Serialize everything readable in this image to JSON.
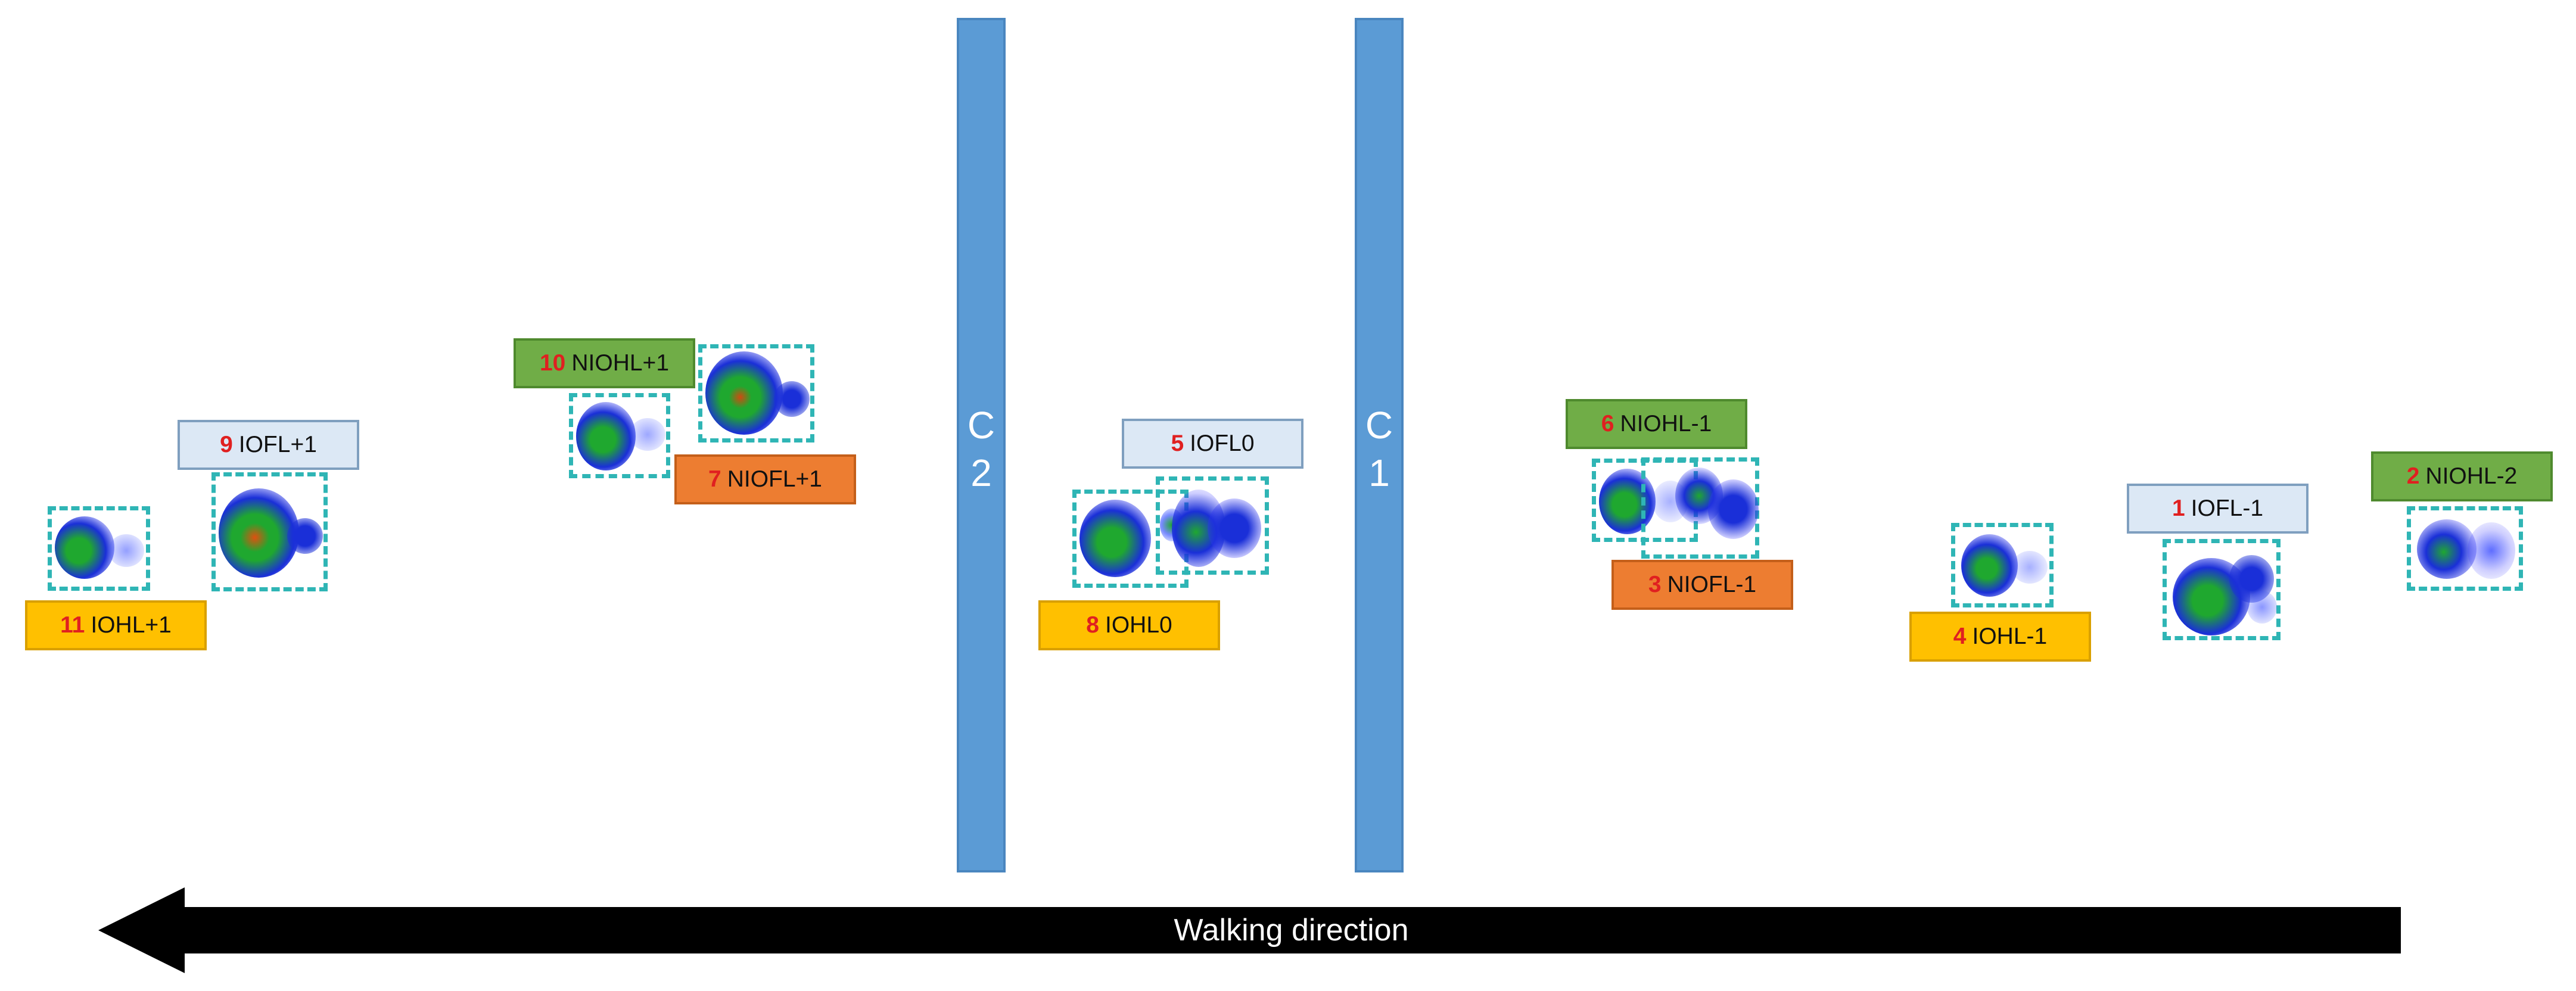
{
  "bars": [
    {
      "label_line1": "C",
      "label_line2": "2"
    },
    {
      "label_line1": "C",
      "label_line2": "1"
    }
  ],
  "tags": [
    {
      "number": "1",
      "label": "IOFL-1"
    },
    {
      "number": "2",
      "label": "NIOHL-2"
    },
    {
      "number": "3",
      "label": "NIOFL-1"
    },
    {
      "number": "4",
      "label": "IOHL-1"
    },
    {
      "number": "5",
      "label": "IOFL0"
    },
    {
      "number": "6",
      "label": "NIOHL-1"
    },
    {
      "number": "7",
      "label": "NIOFL+1"
    },
    {
      "number": "8",
      "label": "IOHL0"
    },
    {
      "number": "9",
      "label": "IOFL+1"
    },
    {
      "number": "10",
      "label": "NIOHL+1"
    },
    {
      "number": "11",
      "label": "IOHL+1"
    }
  ],
  "arrow": {
    "label": "Walking direction"
  },
  "colors": {
    "bar": "#5b9bd5",
    "fore_limb_tag": "#dce8f5",
    "hind_limb_tag": "#ffc000",
    "nio_fore_limb_tag": "#ed7d31",
    "nio_hind_limb_tag": "#70ad47",
    "print_box": "#2fb5b5",
    "number": "#e02020"
  }
}
